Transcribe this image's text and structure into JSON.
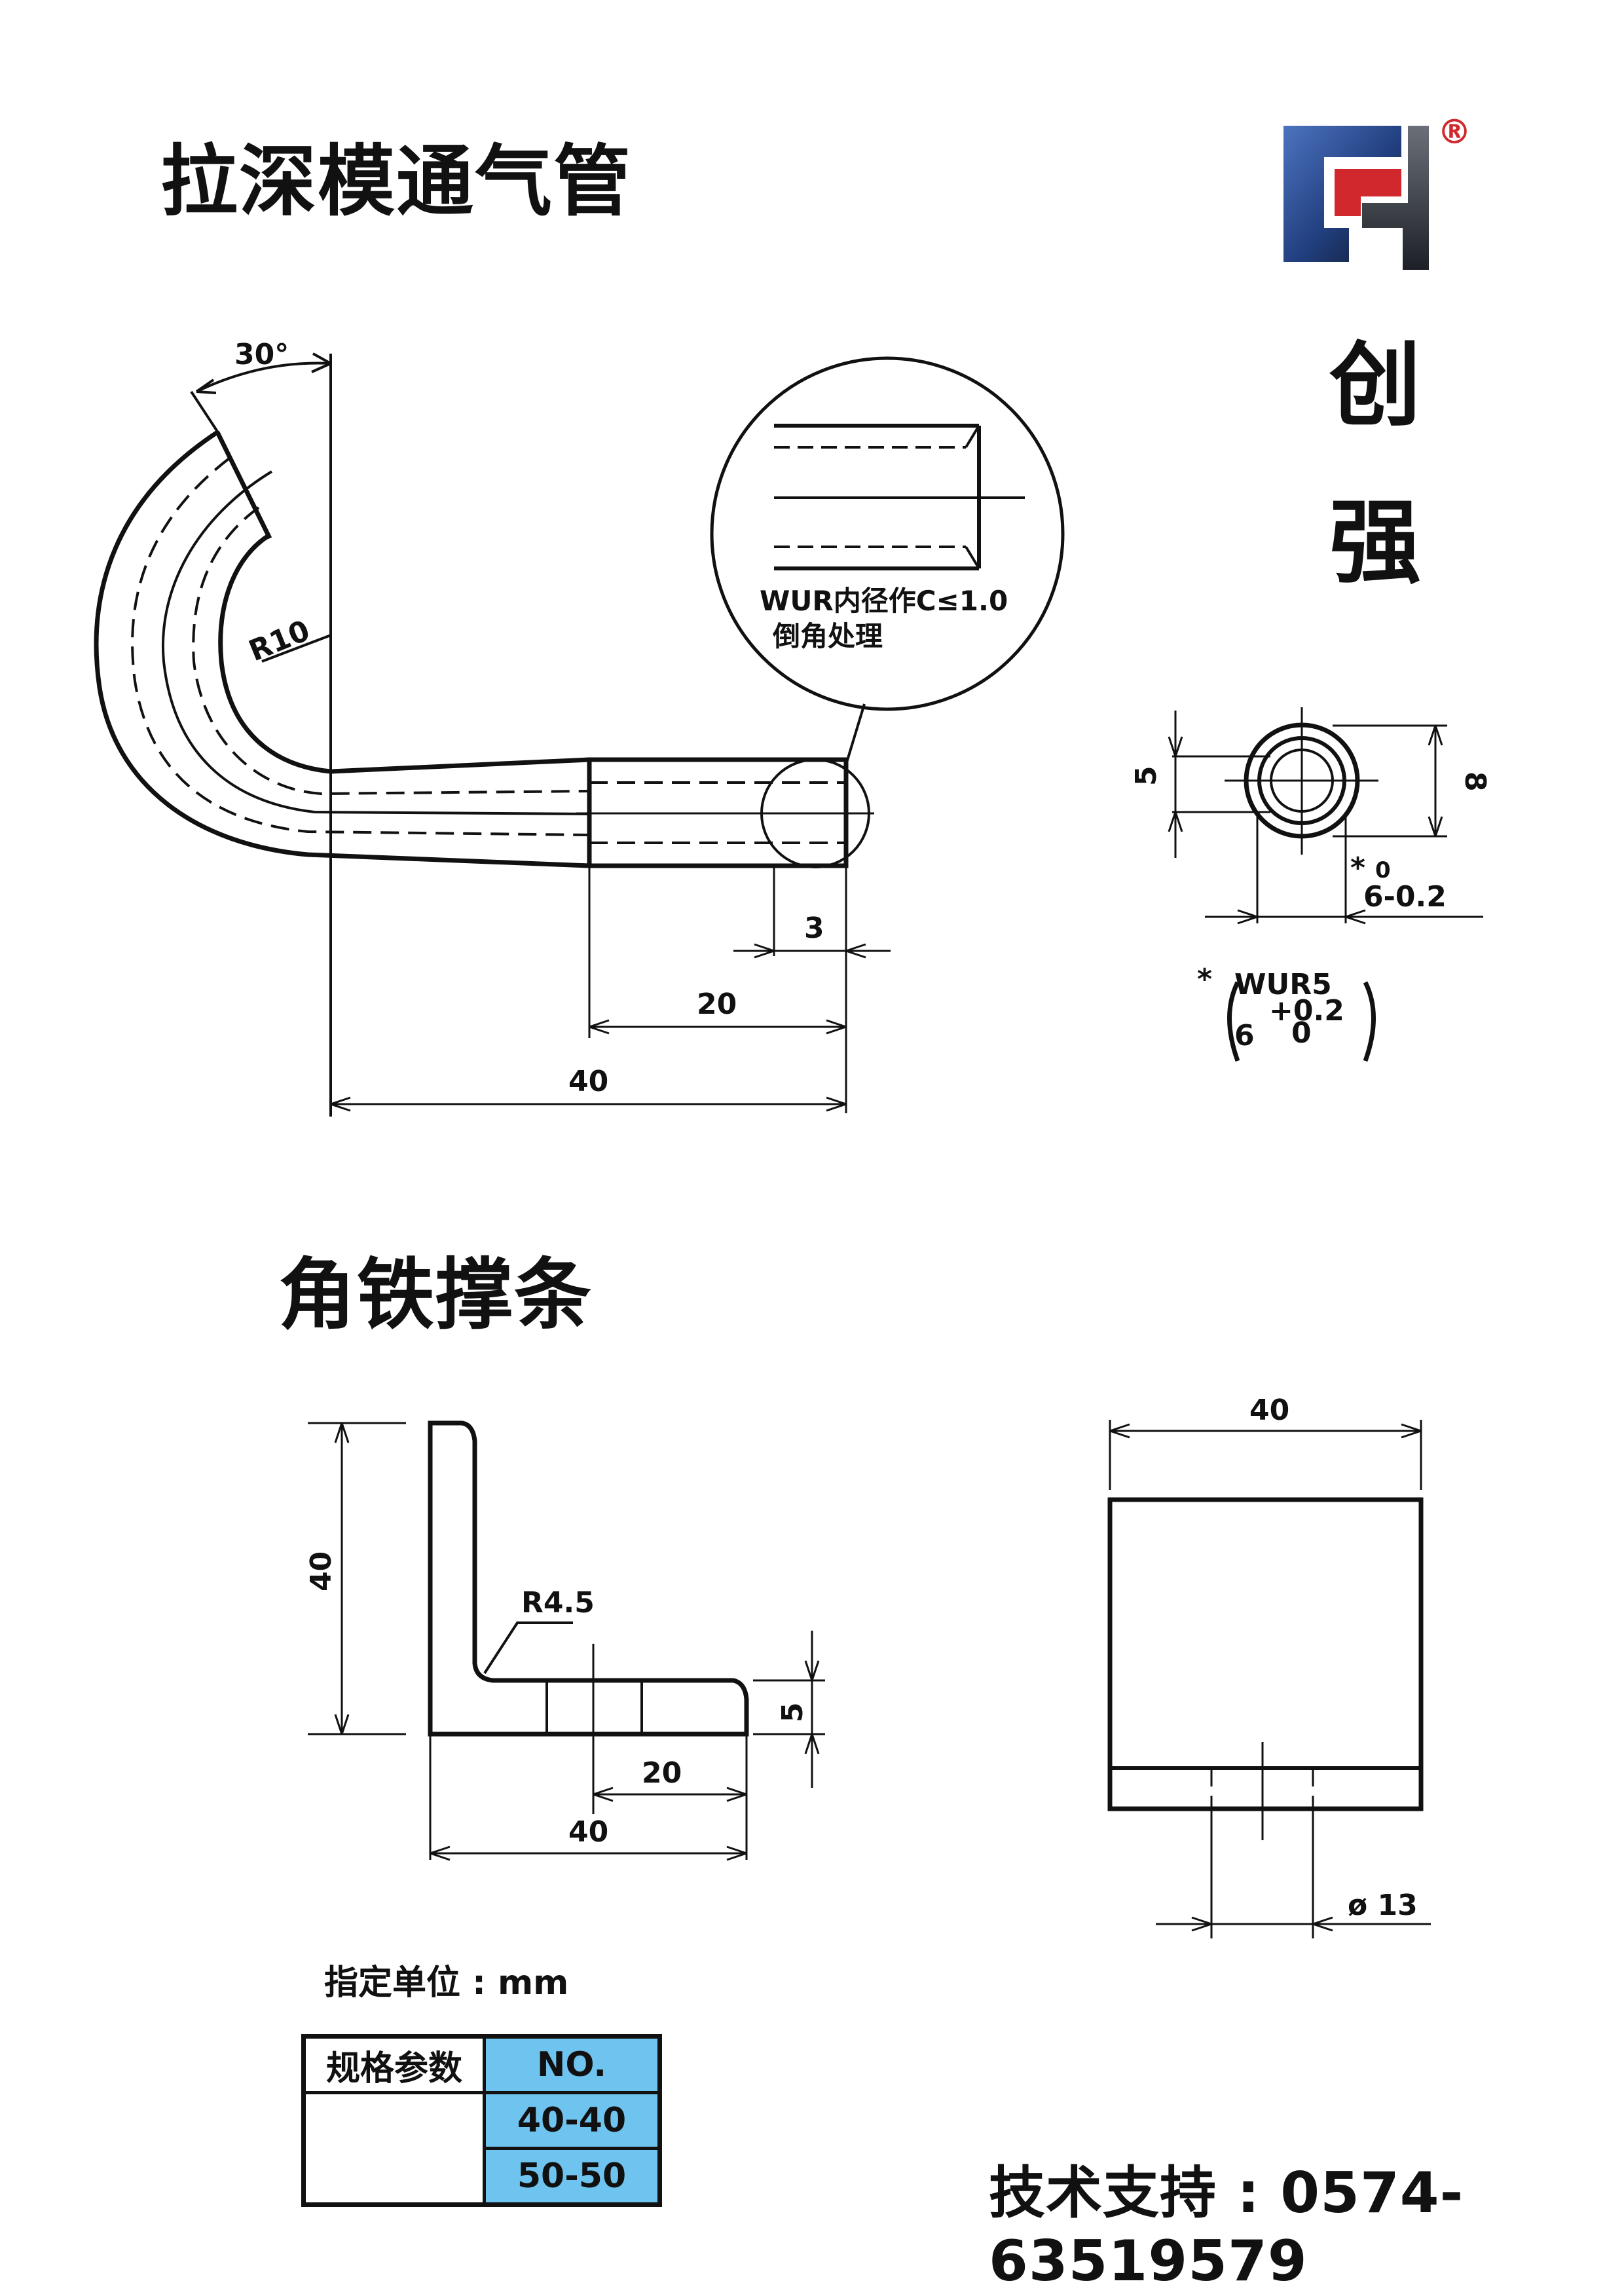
{
  "section1": {
    "title": "拉深模通气管"
  },
  "brand": {
    "logo": "cq-logo",
    "registered": "®",
    "name_chars": [
      "创",
      "强"
    ]
  },
  "drawing1": {
    "angle_label": "30°",
    "radius_label": "R10",
    "detail_note_line1": "WUR内径作C≤1.0",
    "detail_note_line2": "倒角处理",
    "dim_3": "3",
    "dim_20": "20",
    "dim_40": "40",
    "dim_5": "5",
    "dim_8": "8",
    "tol_star": "*",
    "tol_upper_zero": "0",
    "tol_6": "6-0.2",
    "alt_star": "*",
    "alt_wur": "WUR5",
    "alt_plus": "+0.2",
    "alt_6": "6",
    "alt_zero": "0"
  },
  "section2": {
    "title": "角铁撑条"
  },
  "drawing2": {
    "dim_left_40": "40",
    "radius_label": "R4.5",
    "dim_5": "5",
    "dim_20": "20",
    "dim_bottom_40": "40",
    "dim_top_40": "40",
    "dia_13": "ø 13"
  },
  "units": {
    "label": "指定单位 : mm"
  },
  "spec_table": {
    "header_label": "规格参数",
    "no_label": "NO.",
    "rows": [
      "40-40",
      "50-50"
    ]
  },
  "support": {
    "text": "技术支持 : 0574-63519579"
  },
  "colors": {
    "table_highlight": "#6fc4ef",
    "logo_blue": "#2a56a4",
    "logo_red": "#d0282c",
    "logo_dark": "#2b2f35"
  }
}
